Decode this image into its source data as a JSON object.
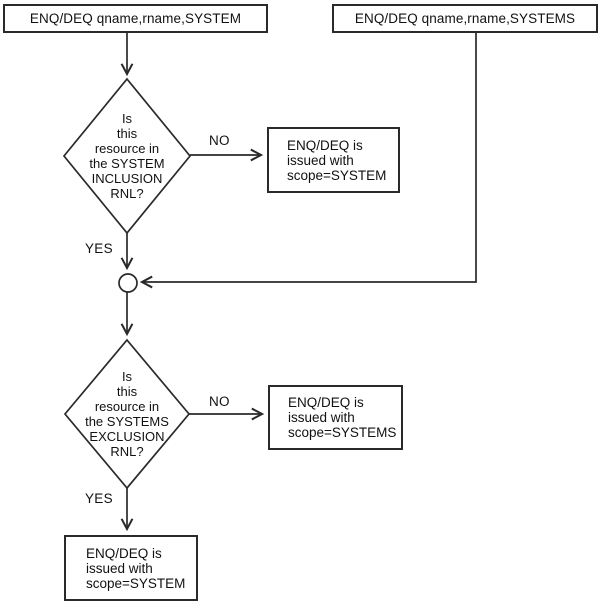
{
  "colors": {
    "background": "#ffffff",
    "line": "#2a2a2a",
    "text": "#111111"
  },
  "nodes": {
    "entry_system": {
      "label": "ENQ/DEQ qname,rname,SYSTEM"
    },
    "entry_systems": {
      "label": "ENQ/DEQ qname,rname,SYSTEMS"
    },
    "decision_inclusion": {
      "lines": [
        "Is",
        "this",
        "resource in",
        "the SYSTEM",
        "INCLUSION",
        "RNL?"
      ]
    },
    "result_inclusion_no": {
      "lines": [
        "ENQ/DEQ is",
        "issued with",
        "scope=SYSTEM"
      ]
    },
    "decision_exclusion": {
      "lines": [
        "Is",
        "this",
        "resource in",
        "the SYSTEMS",
        "EXCLUSION",
        "RNL?"
      ]
    },
    "result_exclusion_no": {
      "lines": [
        "ENQ/DEQ is",
        "issued with",
        "scope=SYSTEMS"
      ]
    },
    "result_exclusion_yes": {
      "lines": [
        "ENQ/DEQ is",
        "issued with",
        "scope=SYSTEM"
      ]
    }
  },
  "edge_labels": {
    "inclusion_no": "NO",
    "inclusion_yes": "YES",
    "exclusion_no": "NO",
    "exclusion_yes": "YES"
  }
}
